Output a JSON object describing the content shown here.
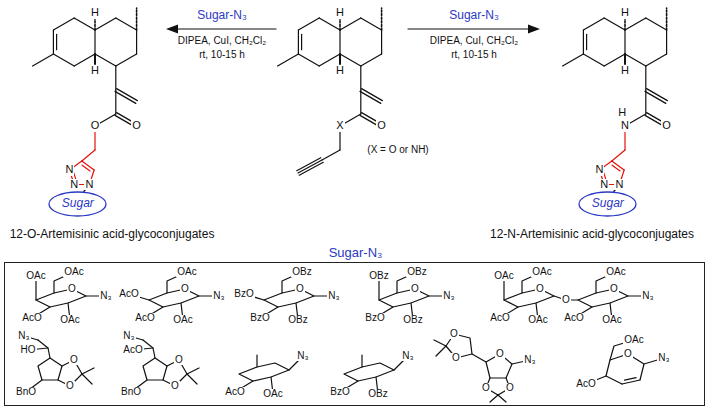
{
  "diagram": {
    "nodes": [
      {
        "text": [
          "Sugar"
        ]
      },
      {
        "text": [
          "Sugar"
        ]
      },
      {
        "text": [
          "Sugar-N₃"
        ]
      }
    ],
    "labels": [
      "Sugar-N₃",
      "DIPEA, CuI, CH₂Cl₂",
      "rt, 10-15 h",
      "Sugar-N₃",
      "DIPEA, CuI, CH₂Cl₂",
      "rt, 10-15 h",
      "H",
      "H",
      "O",
      "O",
      "N",
      "N",
      "N",
      "H",
      "H",
      "X",
      "O",
      "(X = O or NH)",
      "H",
      "H",
      "H",
      "N",
      "O",
      "N",
      "N",
      "N",
      "12-O-Artemisinic acid-glycoconjugates",
      "12-N-Artemisinic acid-glycoconjugates",
      "OAc",
      "OAc",
      "AcO",
      "O",
      "N₃",
      "OAc",
      "OAc",
      "AcO",
      "AcO",
      "O",
      "N₃",
      "OAc",
      "OBz",
      "BzO",
      "BzO",
      "O",
      "N₃",
      "OBz",
      "OBz",
      "OBz",
      "BzO",
      "O",
      "N₃",
      "OBz",
      "OAc",
      "OAc",
      "AcO",
      "O",
      "OAc",
      "O",
      "OAc",
      "AcO",
      "O",
      "N₃",
      "OAc",
      "N₃",
      "HO",
      "O",
      "O",
      "BnO",
      "N₃",
      "AcO",
      "O",
      "O",
      "BnO",
      "N₃",
      "AcO",
      "OAc",
      "N₃",
      "BzO",
      "OBz",
      "O",
      "O",
      "O",
      "O",
      "O",
      "N₃",
      "OAc",
      "AcO",
      "O",
      "N₃"
    ]
  }
}
